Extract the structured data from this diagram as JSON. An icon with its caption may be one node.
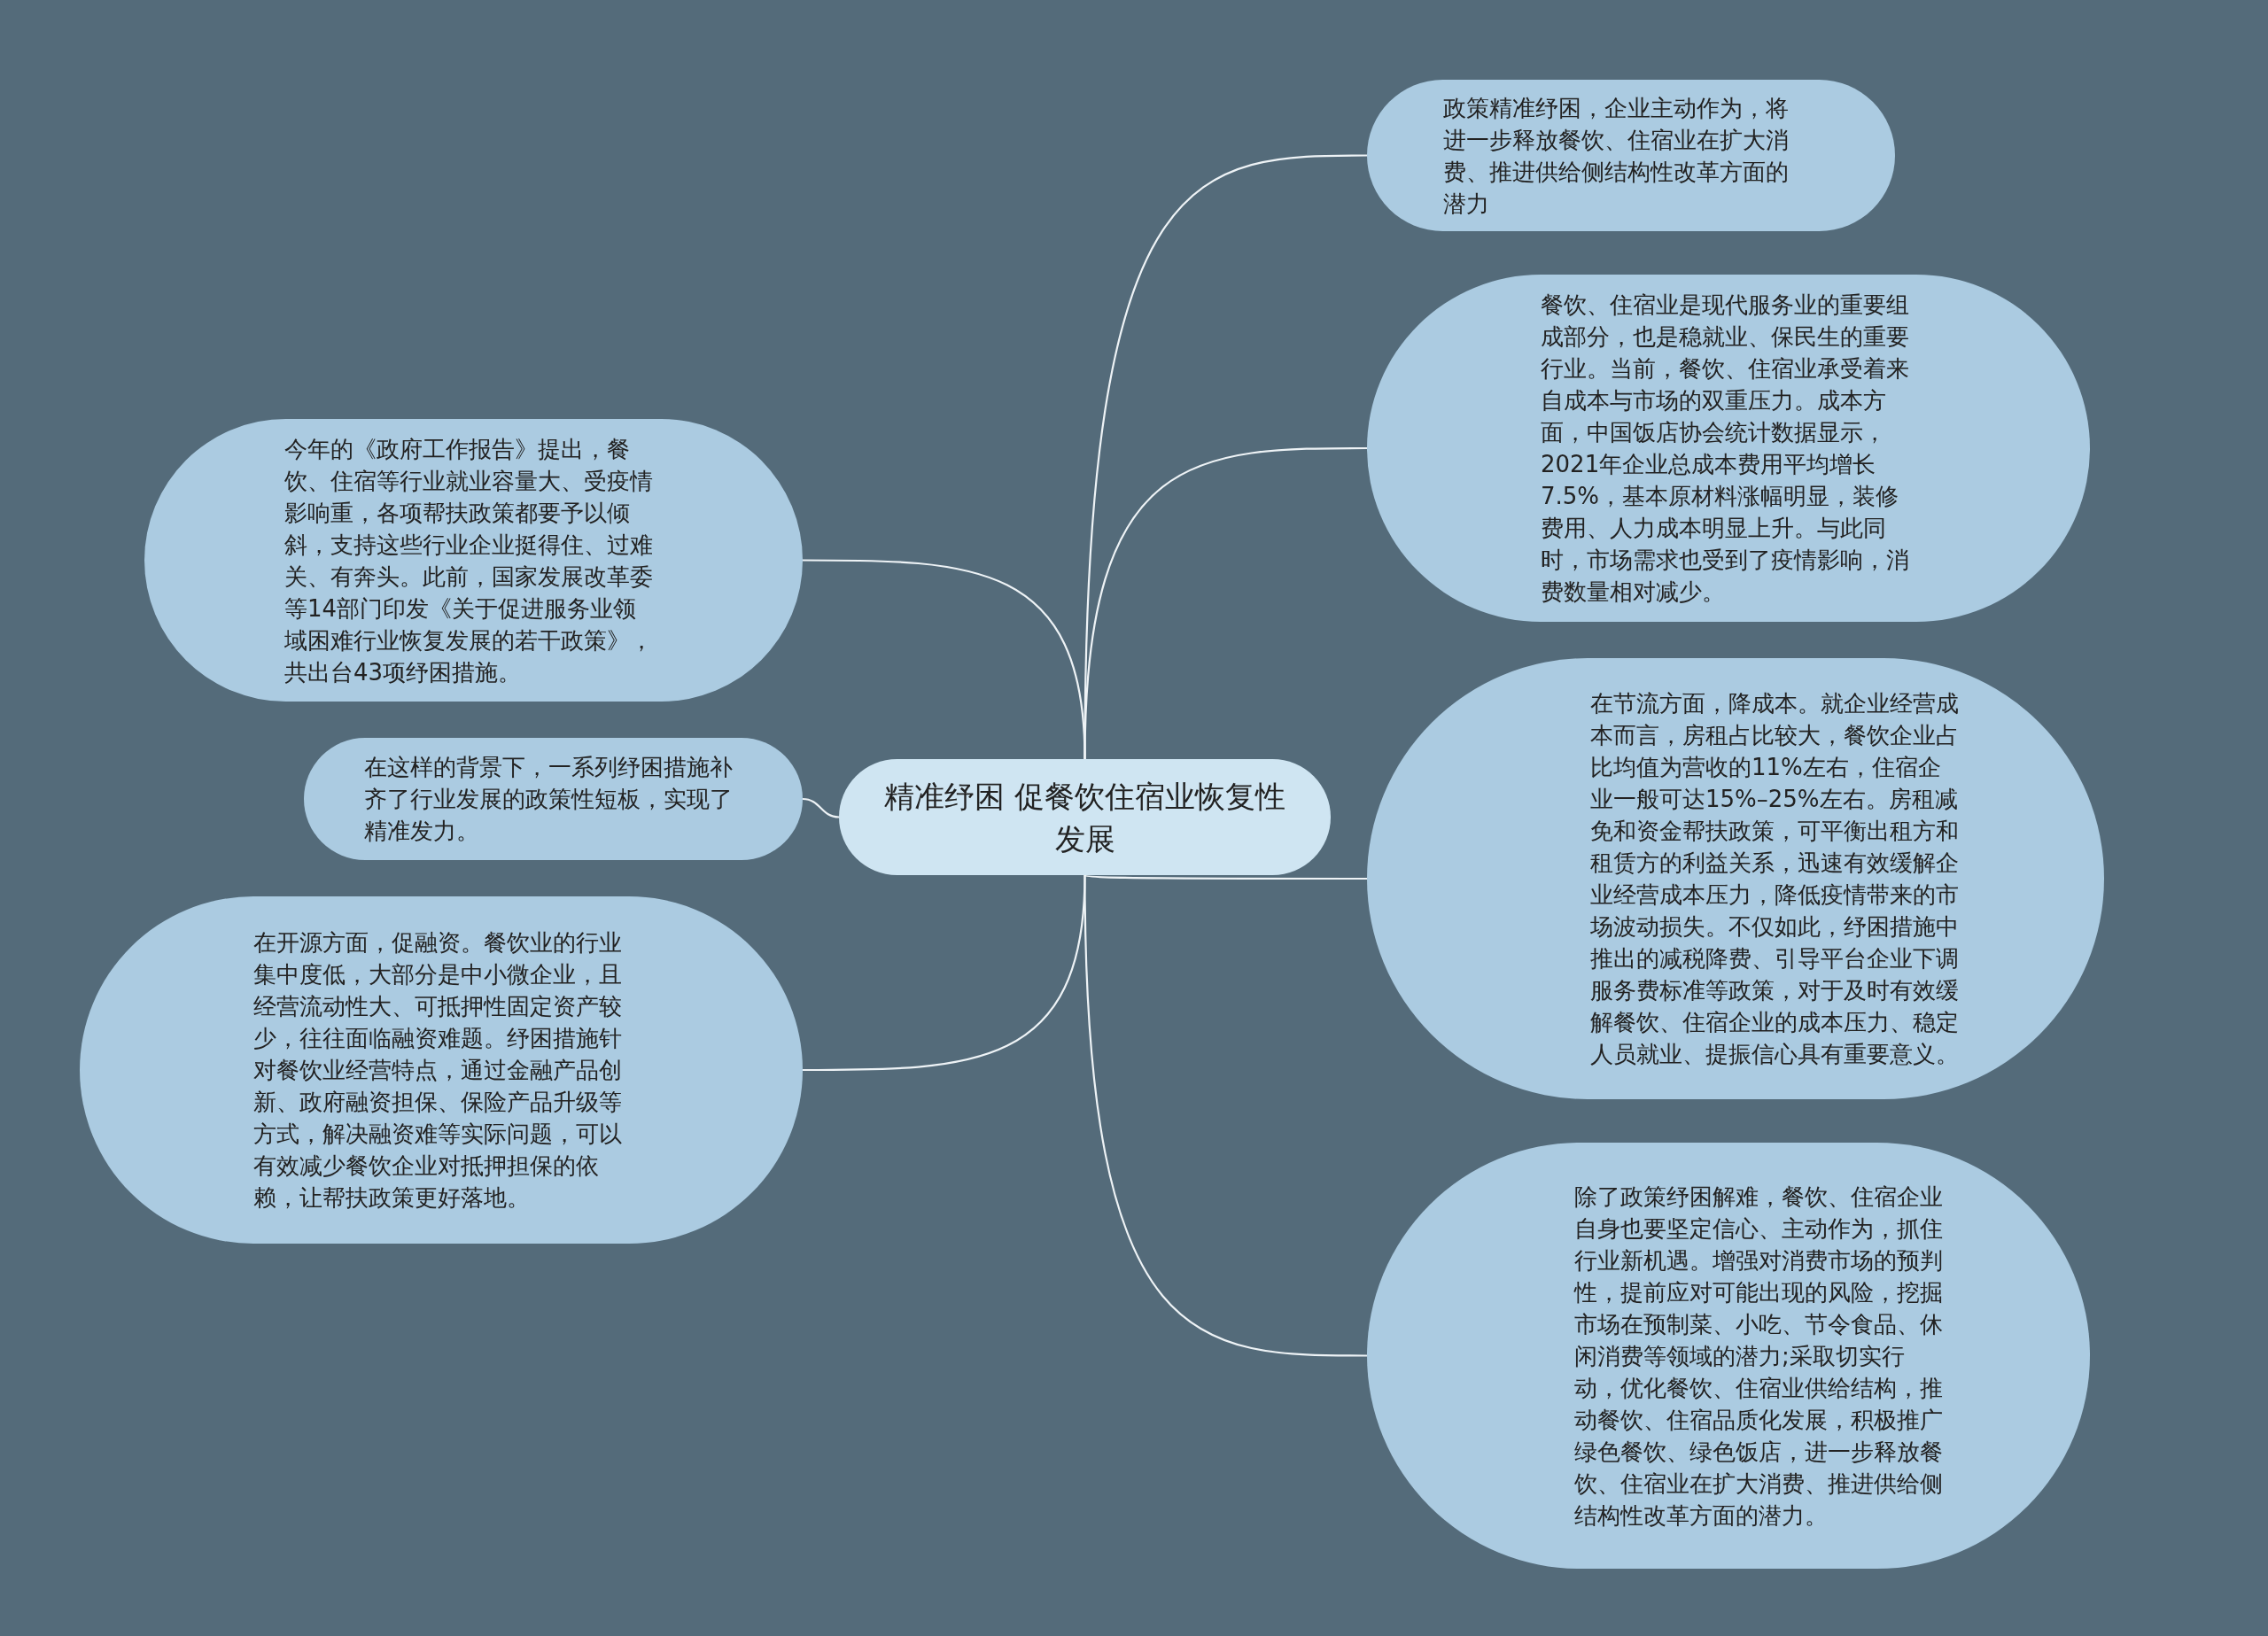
{
  "diagram": {
    "nodes": [
      {
        "text": [
          "精准纾困 促餐饮住宿业恢复性发展"
        ]
      },
      {
        "text": [
          "政策精准纾困，企业主动作为，将进一步释放餐饮、住宿业在扩大消费、推进供给侧结构性改革方面的潜力"
        ]
      },
      {
        "text": [
          "餐饮、住宿业是现代服务业的重要组成部分，也是稳就业、保民生的重要行业。当前，餐饮、住宿业承受着来自成本与市场的双重压力。成本方面，中国饭店协会统计数据显示，2021年企业总成本费用平均增长7.5%，基本原材料涨幅明显，装修费用、人力成本明显上升。与此同时，市场需求也受到了疫情影响，消费数量相对减少。"
        ]
      },
      {
        "text": [
          "今年的《政府工作报告》提出，餐饮、住宿等行业就业容量大、受疫情影响重，各项帮扶政策都要予以倾斜，支持这些行业企业挺得住、过难关、有奔头。此前，国家发展改革委等14部门印发《关于促进服务业领域困难行业恢复发展的若干政策》，共出台43项纾困措施。"
        ]
      },
      {
        "text": [
          "在这样的背景下，一系列纾困措施补齐了行业发展的政策性短板，实现了精准发力。"
        ]
      },
      {
        "text": [
          "在节流方面，降成本。就企业经营成本而言，房租占比较大，餐饮企业占比均值为营收的11%左右，住宿企业一般可达15%–25%左右。房租减免和资金帮扶政策，可平衡出租方和租赁方的利益关系，迅速有效缓解企业经营成本压力，降低疫情带来的市场波动损失。不仅如此，纾困措施中推出的减税降费、引导平台企业下调服务费标准等政策，对于及时有效缓解餐饮、住宿企业的成本压力、稳定人员就业、提振信心具有重要意义。"
        ]
      },
      {
        "text": [
          "在开源方面，促融资。餐饮业的行业集中度低，大部分是中小微企业，且经营流动性大、可抵押性固定资产较少，往往面临融资难题。纾困措施针对餐饮业经营特点，通过金融产品创新、政府融资担保、保险产品升级等方式，解决融资难等实际问题，可以有效减少餐饮企业对抵押担保的依赖，让帮扶政策更好落地。"
        ]
      },
      {
        "text": [
          "除了政策纾困解难，餐饮、住宿企业自身也要坚定信心、主动作为，抓住行业新机遇。增强对消费市场的预判性，提前应对可能出现的风险，挖掘市场在预制菜、小吃、节令食品、休闲消费等领域的潜力;采取切实行动，优化餐饮、住宿业供给结构，推动餐饮、住宿品质化发展，积极推广绿色餐饮、绿色饭店，进一步释放餐饮、住宿业在扩大消费、推进供给侧结构性改革方面的潜力。"
        ]
      }
    ],
    "edges": [
      {
        "from": 0,
        "to": 1,
        "arrow": "none"
      },
      {
        "from": 0,
        "to": 2,
        "arrow": "none"
      },
      {
        "from": 0,
        "to": 3,
        "arrow": "none"
      },
      {
        "from": 0,
        "to": 4,
        "arrow": "none"
      },
      {
        "from": 0,
        "to": 5,
        "arrow": "none"
      },
      {
        "from": 0,
        "to": 6,
        "arrow": "none"
      },
      {
        "from": 0,
        "to": 7,
        "arrow": "none"
      }
    ]
  }
}
